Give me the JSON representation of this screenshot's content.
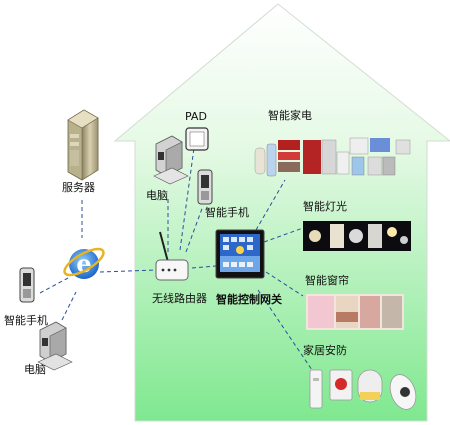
{
  "labels": {
    "server": "服务器",
    "phone_left": "智能手机",
    "pc_left": "电脑",
    "pad": "PAD",
    "pc_home": "电脑",
    "phone_home": "智能手机",
    "router": "无线路由器",
    "gateway": "智能控制网关",
    "appliances": "智能家电",
    "lighting": "智能灯光",
    "curtains": "智能窗帘",
    "security": "家居安防"
  },
  "icons": {
    "internet": "internet-explorer-icon",
    "server": "server-tower-icon"
  },
  "colors": {
    "house_top": "#ffffff",
    "house_bottom": "#7fe88f",
    "house_outline": "#c9d6c9",
    "link": "#2a4f9a",
    "ie_blue": "#1d72d8",
    "ie_ring": "#e8b420"
  }
}
